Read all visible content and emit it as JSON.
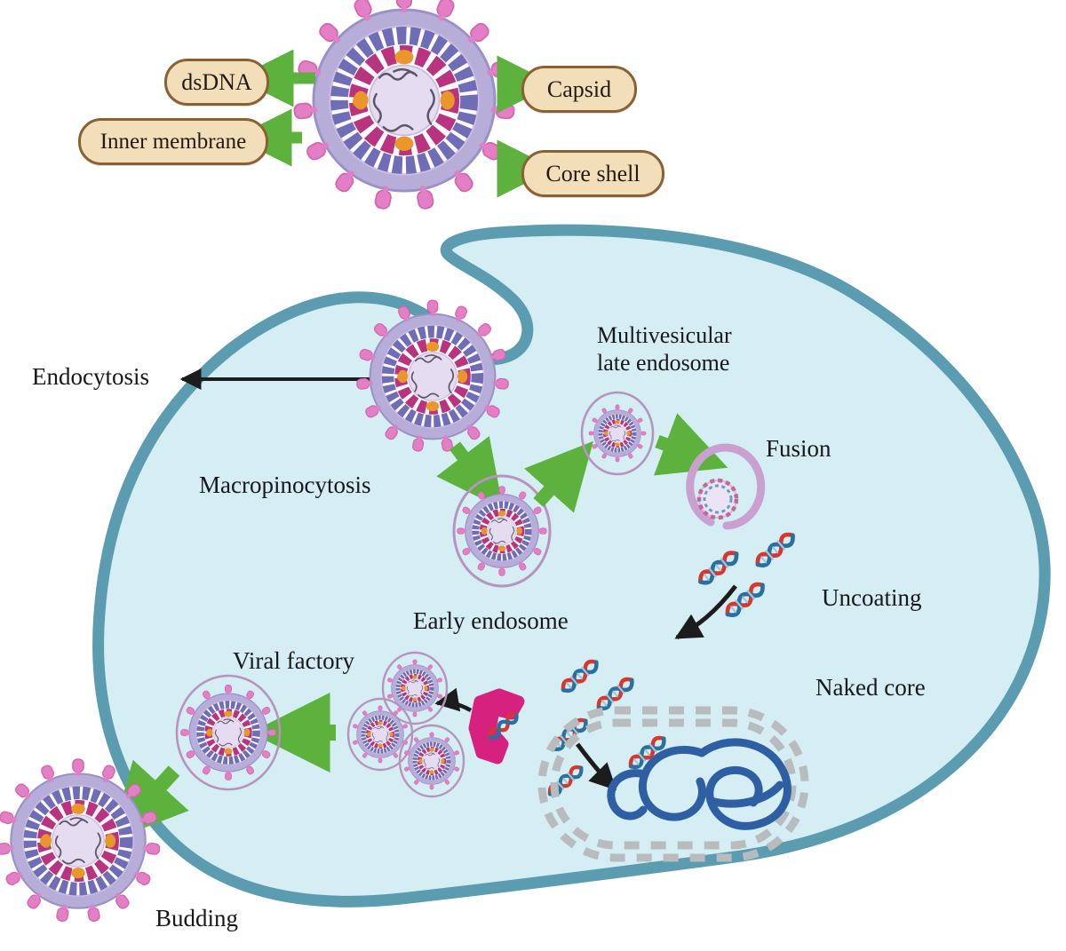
{
  "figure": {
    "kind": "virus-replication-cycle-diagram",
    "title_visible": false
  },
  "colors": {
    "cell_membrane": "#5b9cb0",
    "cytoplasm": "#d5eef3",
    "arrow_green": "#5cb23c",
    "arrow_black": "#1c1c1c",
    "vesicle_outline": "#b694bd",
    "callout_fill": "#f2dfba",
    "callout_border": "#8a6035",
    "dna_red": "#d7372f",
    "dna_blue": "#2b6f9e",
    "genome_blue": "#2e5fa3",
    "core_dash_gray": "#b9bcbe",
    "enzyme_magenta": "#d6227e",
    "virion_spike": "#e57fc5",
    "virion_envelope": "#b0a7d4",
    "virion_capsid": "#b8347f",
    "virion_core_blue": "#6f6db5",
    "virion_orange": "#e9972b",
    "virion_lumen": "#e6dcf2",
    "text": "#17181c"
  },
  "virion_callouts": [
    {
      "id": "dsdna",
      "label": "dsDNA",
      "side": "left"
    },
    {
      "id": "inner-membrane",
      "label": "Inner membrane",
      "side": "left"
    },
    {
      "id": "capsid",
      "label": "Capsid",
      "side": "right"
    },
    {
      "id": "core-shell",
      "label": "Core shell",
      "side": "right"
    }
  ],
  "cycle_labels": [
    {
      "id": "endocytosis",
      "label": "Endocytosis"
    },
    {
      "id": "macropinocytosis",
      "label": "Macropinocytosis"
    },
    {
      "id": "multivesicular-late-endosome",
      "label": "Multivesicular",
      "label2": "late endosome"
    },
    {
      "id": "fusion",
      "label": "Fusion"
    },
    {
      "id": "early-endosome",
      "label": "Early endosome"
    },
    {
      "id": "uncoating",
      "label": "Uncoating"
    },
    {
      "id": "naked-core",
      "label": "Naked core"
    },
    {
      "id": "viral-factory",
      "label": "Viral factory"
    },
    {
      "id": "budding",
      "label": "Budding"
    }
  ],
  "structures": {
    "free_virion_top": "mature enveloped virion with surface spikes, envelope, capsid layer, core shell and dsDNA genome",
    "virion_at_membrane": "virion contacting plasma membrane at macropinocytosis site",
    "early_endosome": "virion enclosed in single-membrane vesicle",
    "multivesicular_late_endosome": "smaller virion core inside vesicle",
    "fusion_vesicle": "open purple ring releasing core particle",
    "naked_core_compartment": "double dashed rounded compartment containing blue coiled genome",
    "replication_enzyme": "magenta C-shaped polymerase clamping a DNA duplex",
    "viral_factory_vesicles": "three newly assembled virions in vesicles plus one large assembled virion",
    "budding_virion": "progeny virion released outside the cell"
  },
  "dna_helix_count": 8
}
